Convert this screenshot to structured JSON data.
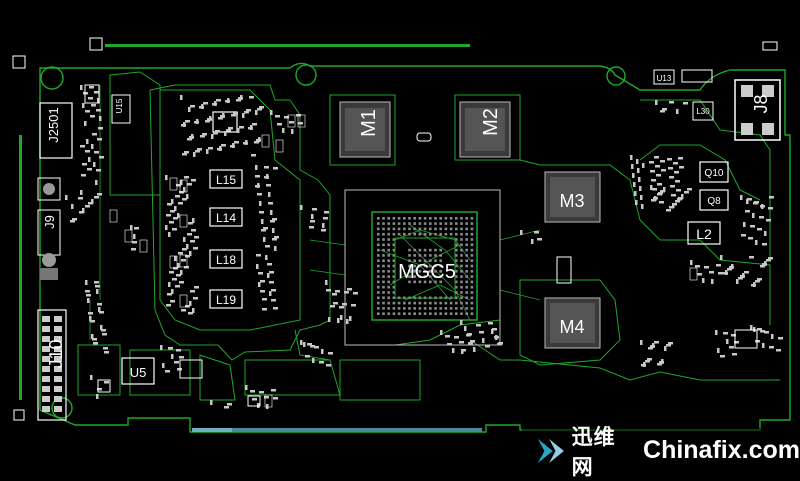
{
  "colors": {
    "background": "#000000",
    "trace": "#1fa82a",
    "silk": "#ffffff",
    "pad": "#c8c8c8",
    "bga": "#8a8a8a"
  },
  "labels": {
    "m1": "M1",
    "m2": "M2",
    "m3": "M3",
    "m4": "M4",
    "gpu": "MGC5",
    "j8": "J8",
    "j10": "J10",
    "j9": "J9",
    "j2501": "J2501",
    "l15": "L15",
    "l14": "L14",
    "l18": "L18",
    "l19": "L19",
    "l2": "L2",
    "q10": "Q10",
    "q8": "Q8",
    "u5": "U5",
    "u13": "U13",
    "u15": "U15",
    "l30": "L30"
  },
  "watermark": {
    "cn": "迅维网",
    "en": "Chinafix.com",
    "icon": "arrow-logo-icon"
  }
}
